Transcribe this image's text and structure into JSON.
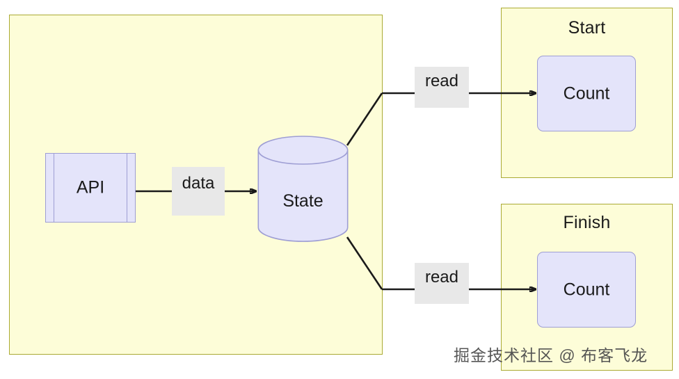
{
  "diagram": {
    "type": "flowchart",
    "containers": [
      {
        "id": "main",
        "title": "",
        "fill": "#fdfdd8",
        "stroke": "#aaaa33"
      },
      {
        "id": "start",
        "title": "Start",
        "fill": "#fdfdd8",
        "stroke": "#aaaa33"
      },
      {
        "id": "finish",
        "title": "Finish",
        "fill": "#fdfdd8",
        "stroke": "#aaaa33"
      }
    ],
    "nodes": [
      {
        "id": "api",
        "label": "API",
        "shape": "subroutine",
        "fill": "#e4e4fa",
        "stroke": "#9e9ed4"
      },
      {
        "id": "state",
        "label": "State",
        "shape": "cylinder",
        "fill": "#e4e4fa",
        "stroke": "#9e9ed4"
      },
      {
        "id": "count-start",
        "label": "Count",
        "shape": "rounded-rect",
        "fill": "#e4e4fa",
        "stroke": "#9e9ed4"
      },
      {
        "id": "count-finish",
        "label": "Count",
        "shape": "rounded-rect",
        "fill": "#e4e4fa",
        "stroke": "#9e9ed4"
      }
    ],
    "edges": [
      {
        "id": "api-to-state",
        "from": "api",
        "to": "state",
        "label": "data"
      },
      {
        "id": "state-to-count-start",
        "from": "state",
        "to": "count-start",
        "label": "read"
      },
      {
        "id": "state-to-count-finish",
        "from": "state",
        "to": "count-finish",
        "label": "read"
      }
    ],
    "edge_label_fill": "#e8e8e8",
    "edge_stroke": "#1a1a1a"
  },
  "labels": {
    "start_title": "Start",
    "finish_title": "Finish",
    "api": "API",
    "state": "State",
    "count_start": "Count",
    "count_finish": "Count",
    "data": "data",
    "read_start": "read",
    "read_finish": "read"
  },
  "watermark": {
    "text": "掘金技术社区 @ 布客飞龙"
  }
}
